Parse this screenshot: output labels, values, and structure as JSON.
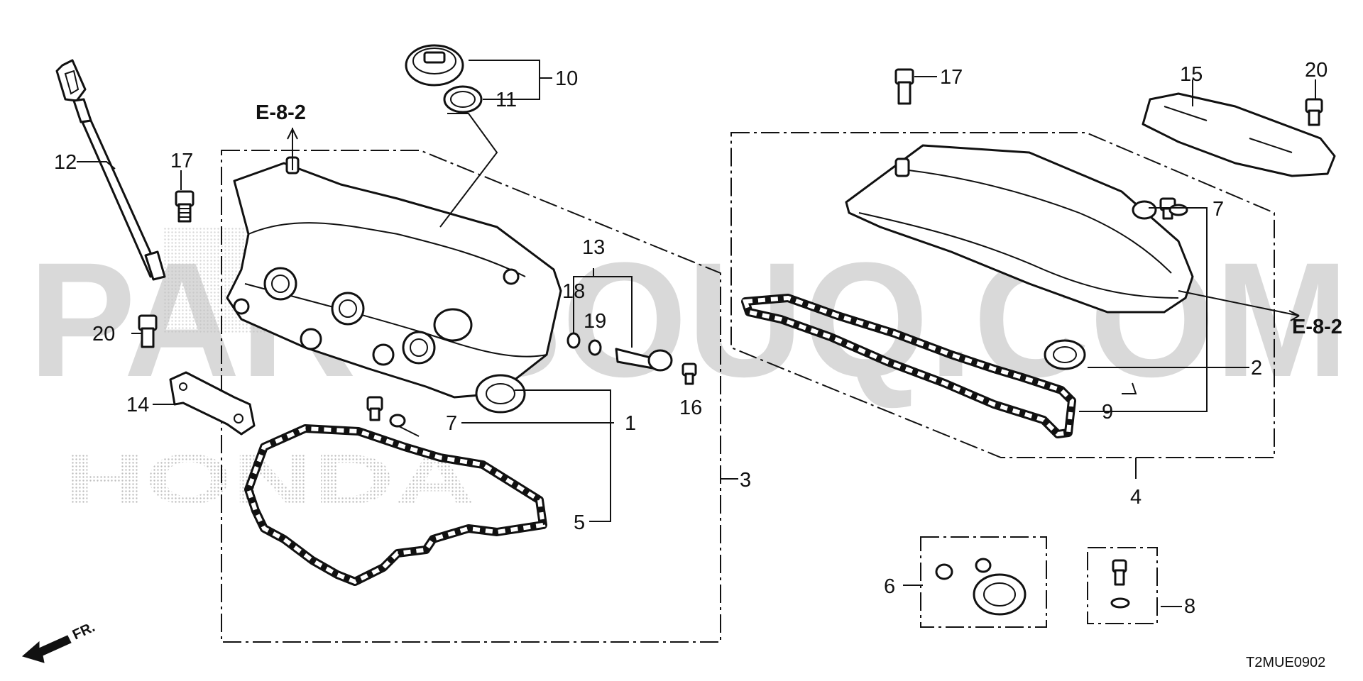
{
  "watermark": {
    "site": "PARTSOUQ.COM",
    "brand": "HONDA"
  },
  "diagram_code": "T2MUE0902",
  "front_indicator": "FR.",
  "refs": [
    "E-8-2",
    "E-8-2"
  ],
  "callouts": [
    "1",
    "2",
    "3",
    "4",
    "5",
    "6",
    "7",
    "7",
    "8",
    "9",
    "10",
    "11",
    "12",
    "13",
    "14",
    "15",
    "16",
    "17",
    "17",
    "18",
    "19",
    "20",
    "20"
  ],
  "colors": {
    "line": "#111111",
    "watermark": "#cfcfcf",
    "background": "#ffffff"
  }
}
